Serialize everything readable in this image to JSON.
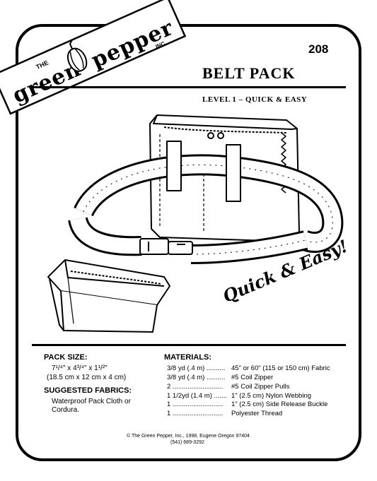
{
  "header": {
    "pattern_number": "208",
    "title": "BELT PACK",
    "level": "LEVEL 1 – QUICK & EASY"
  },
  "logo": {
    "the": "THE",
    "word1": "green",
    "word2": "pepper",
    "inc": "INC."
  },
  "artwork": {
    "script_text": "Quick & Easy!"
  },
  "pack_size": {
    "heading": "PACK SIZE:",
    "line1": "7¹/⁴\" x 4³/⁴\" x 1¹/²\"",
    "line2": "(18.5 cm  x 12 cm x 4 cm)"
  },
  "fabrics": {
    "heading": "SUGGESTED FABRICS:",
    "line1": "Waterproof Pack Cloth or",
    "line2": "Cordura."
  },
  "materials": {
    "heading": "MATERIALS:",
    "items": [
      {
        "qty": "3/8 yd (.4 m) ..........",
        "desc": "45\" or 60\" (115 or 150 cm) Fabric"
      },
      {
        "qty": "3/8 yd (.4 m) ..........",
        "desc": "#5 Coil Zipper"
      },
      {
        "qty": "2 ...........................",
        "desc": "#5 Coil Zipper Pulls"
      },
      {
        "qty": "1 1/2yd (1.4 m) .......",
        "desc": "1\" (2.5 cm) Nylon Webbing"
      },
      {
        "qty": "1 ...........................",
        "desc": "1\" (2.5 cm) Side Release Buckle"
      },
      {
        "qty": "1 ...........................",
        "desc": "Polyester Thread"
      }
    ]
  },
  "footer": {
    "line1": "© The Green Pepper, Inc., 1998, Eugene Oregon 97404",
    "line2": "(541) 689-3292"
  }
}
